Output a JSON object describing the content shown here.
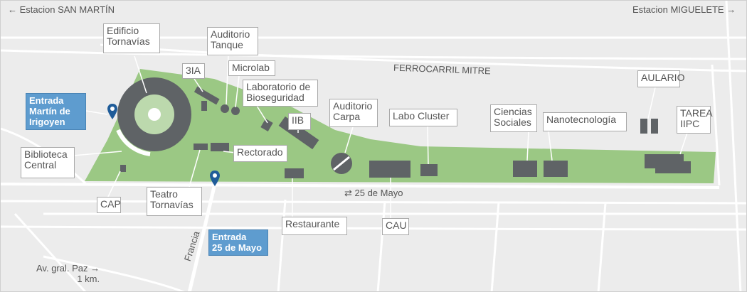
{
  "directions": {
    "west_station": "← Estacion SAN MARTÍN",
    "east_station": "Estacion MIGUELETE →",
    "av_gral_paz": "Av. gral. Paz →\n1 km."
  },
  "streets": {
    "railway": "FERROCARRIL MITRE",
    "avenue": "⇄  25 de Mayo",
    "francia": "Francia"
  },
  "places": {
    "edificio_tornavias": "Edificio\nTornavías",
    "auditorio_tanque": "Auditorio\nTanque",
    "tres_ia": "3IA",
    "microlab": "Microlab",
    "lab_bioseguridad": "Laboratorio de\nBioseguridad",
    "iib": "IIB",
    "auditorio_carpa": "Auditorio\nCarpa",
    "labo_cluster": "Labo Cluster",
    "ciencias_sociales": "Ciencias\nSociales",
    "nanotecnologia": "Nanotecnología",
    "aulario": "AULARIO",
    "tarea_iipc": "TAREA\nIIPC",
    "biblioteca_central": "Biblioteca\nCentral",
    "rectorado": "Rectorado",
    "cap": "CAP",
    "teatro_tornavias": "Teatro\nTornavías",
    "restaurante": "Restaurante",
    "cau": "CAU"
  },
  "entrances": {
    "irigoyen": "Entrada\nMartín de\nIrigoyen",
    "mayo": "Entrada\n25 de Mayo"
  },
  "colors": {
    "background": "#ececec",
    "road": "#ffffff",
    "campus": "#9bc884",
    "building": "#5f6366",
    "entrance_label": "#5e9ccf",
    "pin": "#1f5c99"
  }
}
